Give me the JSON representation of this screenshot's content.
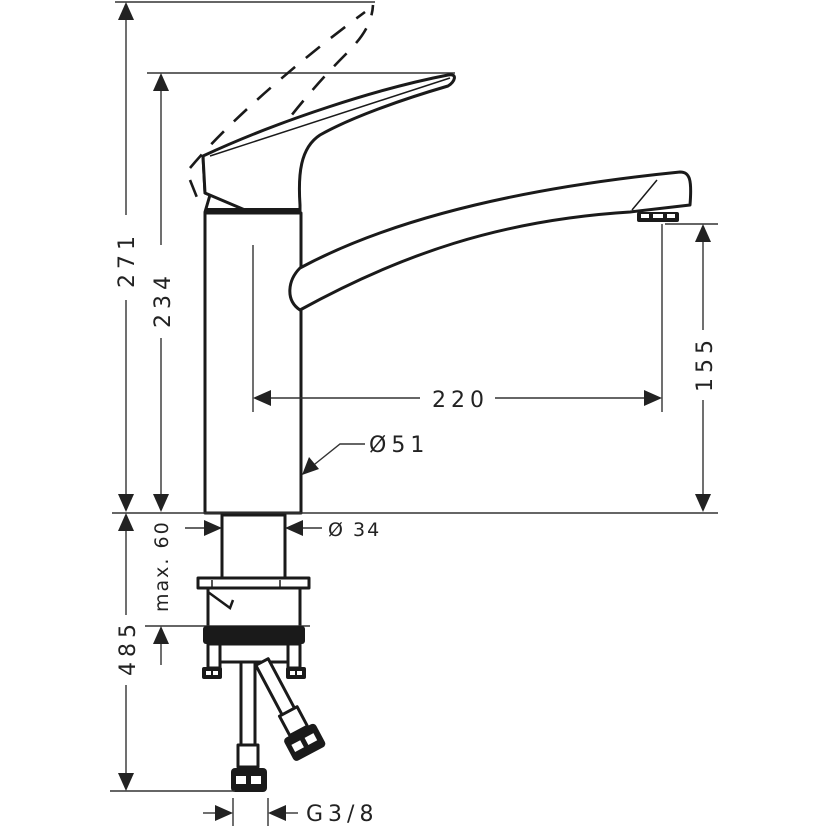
{
  "drawing": {
    "subject": "Kitchen mixer tap dimension drawing",
    "units": "mm",
    "colors": {
      "line": "#1a1a1a",
      "dimension": "#333333",
      "background": "#ffffff"
    }
  },
  "dimensions": {
    "total_height": "271",
    "handle_height": "234",
    "spout_reach": "220",
    "spout_clearance": "155",
    "body_diameter": "Ø51",
    "shank_diameter": "Ø 34",
    "max_countertop": "max. 60",
    "hose_length": "485",
    "connection_thread": "G3/8"
  }
}
